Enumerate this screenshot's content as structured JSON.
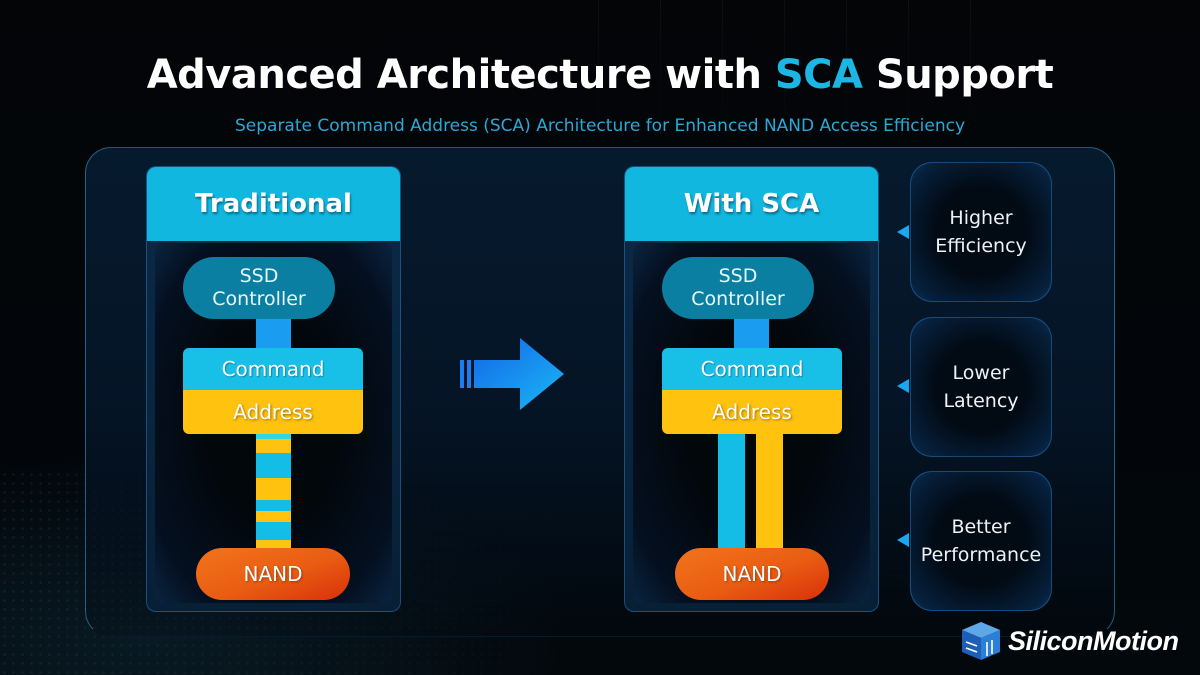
{
  "header": {
    "title_prefix": "Advanced Architecture with ",
    "title_accent": "SCA",
    "title_suffix": " Support",
    "subtitle": "Separate Command Address (SCA) Architecture for Enhanced NAND Access Efficiency"
  },
  "traditional": {
    "heading": "Traditional",
    "controller_line1": "SSD",
    "controller_line2": "Controller",
    "command": "Command",
    "address": "Address",
    "nand": "NAND",
    "bus_type": "shared-multiplexed"
  },
  "sca": {
    "heading": "With SCA",
    "controller_line1": "SSD",
    "controller_line2": "Controller",
    "command": "Command",
    "address": "Address",
    "nand": "NAND",
    "bus_type": "separate-parallel"
  },
  "transition_icon": "right-arrow-icon",
  "benefits": [
    {
      "line1": "Higher",
      "line2": "Efficiency"
    },
    {
      "line1": "Lower",
      "line2": "Latency"
    },
    {
      "line1": "Better",
      "line2": "Performance"
    }
  ],
  "logo": {
    "text": "SiliconMotion",
    "icon": "silicon-motion-cube-icon"
  },
  "colors": {
    "accent_cyan": "#12b7e0",
    "title_accent": "#1bb6e3",
    "subtitle": "#2aa9d6",
    "command": "#18bfe6",
    "address": "#ffc20e",
    "controller": "#0b7fa2",
    "nand": "#e95c12",
    "link": "#1a9cf0"
  }
}
